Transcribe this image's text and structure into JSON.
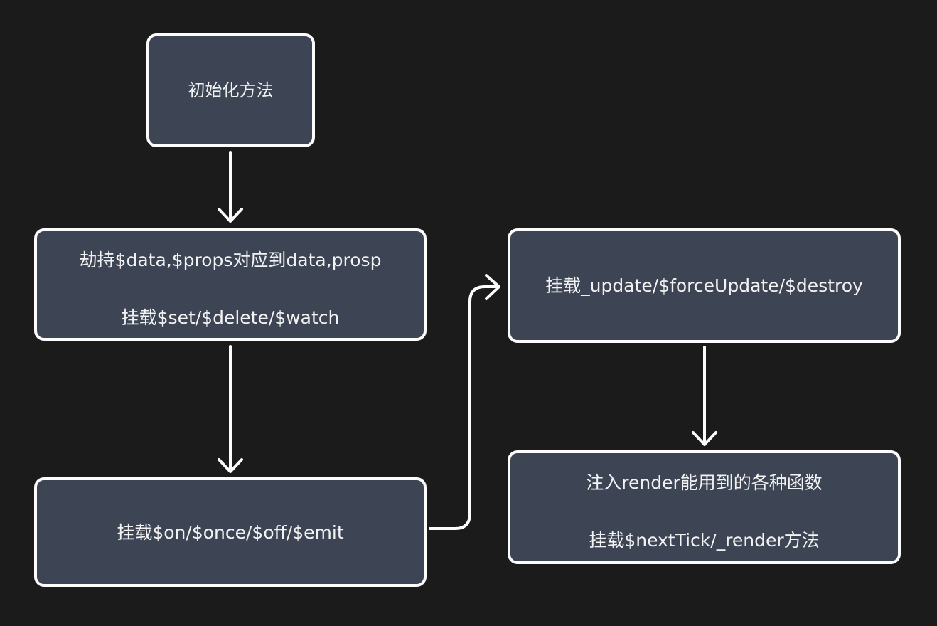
{
  "colors": {
    "background": "#1b1b1c",
    "node_fill": "#3d4554",
    "node_border": "#fcfcfc",
    "arrow": "#fcfcfc",
    "text": "#f2f2f3"
  },
  "nodes": {
    "init": {
      "lines": [
        "初始化方法"
      ]
    },
    "hijack": {
      "lines": [
        "劫持$data,$props对应到data,prosp",
        "挂载$set/$delete/$watch"
      ]
    },
    "events": {
      "lines": [
        "挂载$on/$once/$off/$emit"
      ]
    },
    "update": {
      "lines": [
        "挂载_update/$forceUpdate/$destroy"
      ]
    },
    "render": {
      "lines": [
        "注入render能用到的各种函数",
        "挂载$nextTick/_render方法"
      ]
    }
  },
  "edges": [
    {
      "from": "init",
      "to": "hijack",
      "style": "straight-down"
    },
    {
      "from": "hijack",
      "to": "events",
      "style": "straight-down"
    },
    {
      "from": "events",
      "to": "update",
      "style": "elbow-right-up"
    },
    {
      "from": "update",
      "to": "render",
      "style": "straight-down"
    }
  ]
}
